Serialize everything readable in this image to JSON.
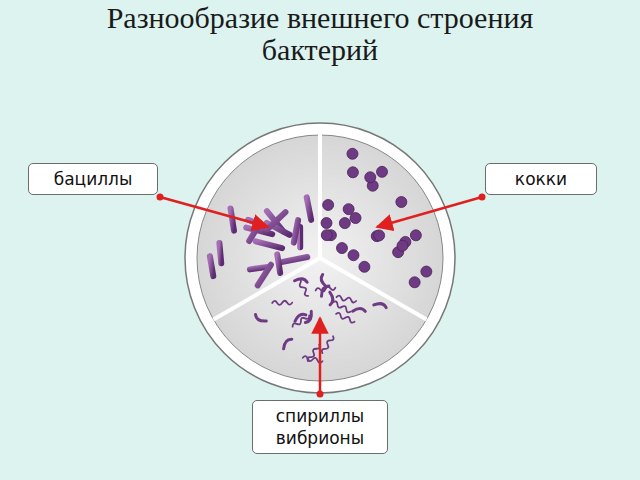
{
  "diagram": {
    "title": "Разнообразие внешнего строения бактерий",
    "nodes": [
      {
        "text": [
          "бациллы"
        ]
      },
      {
        "text": [
          "кокки"
        ]
      },
      {
        "text": [
          "спириллы вибрионы"
        ]
      }
    ]
  }
}
